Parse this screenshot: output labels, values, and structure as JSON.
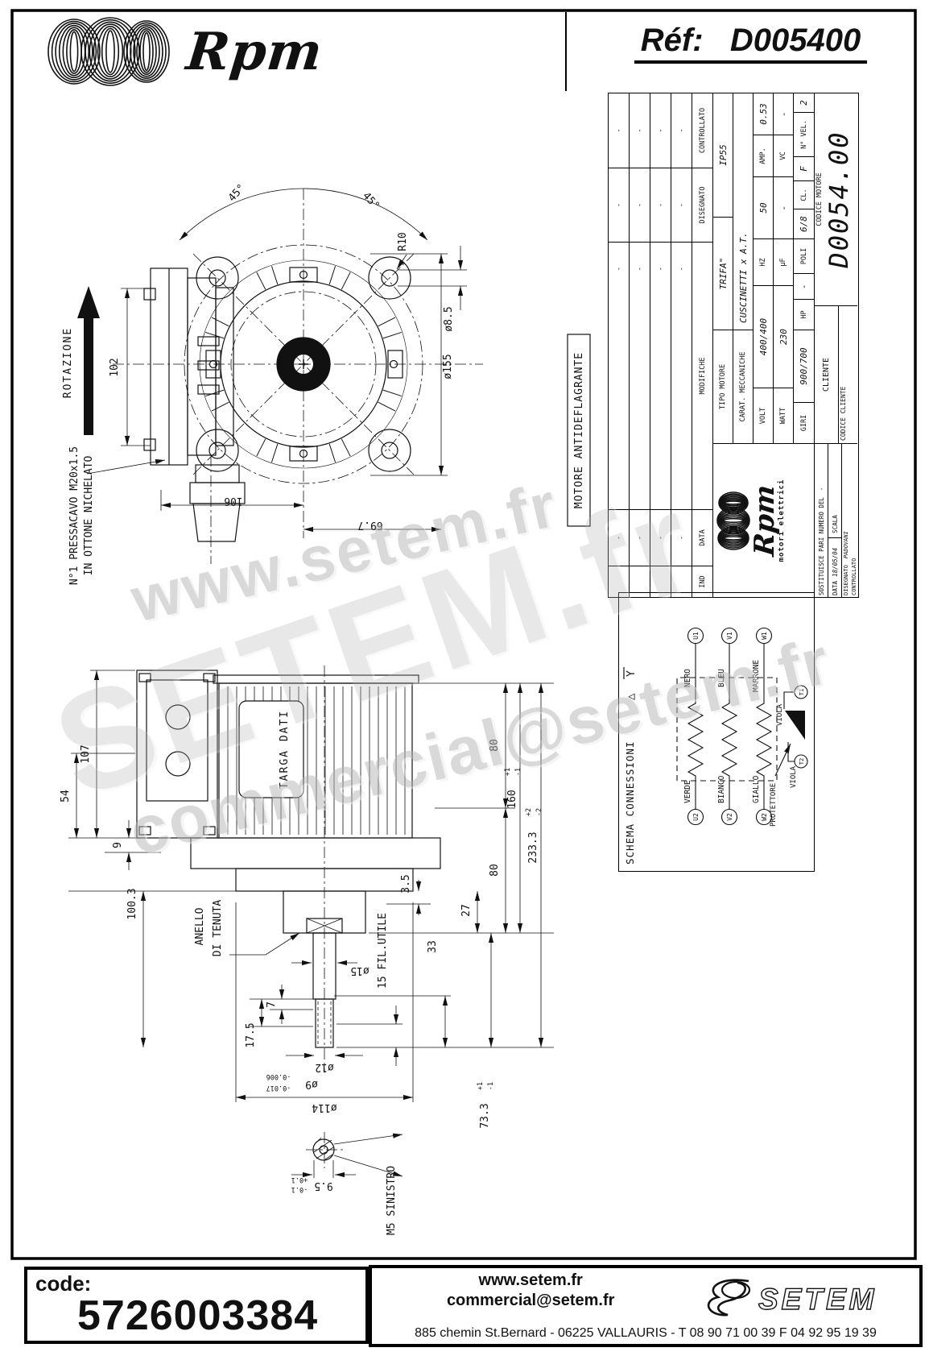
{
  "header": {
    "brand": "Rpm",
    "ref_label": "Réf:",
    "ref_value": "D005400"
  },
  "watermarks": {
    "wm1": "www.setem.fr",
    "wm2": "SETEM.fr",
    "wm3": "commercial@setem.fr"
  },
  "drawing1": {
    "rotation_label": "ROTAZIONE",
    "pressacavo_line1": "N°1 PRESSACAVO M20x1.5",
    "pressacavo_line2": "IN OTTONE NICHELATO",
    "antideflagrante": "MOTORE ANTIDEFLAGRANTE",
    "dims": {
      "d102": "102",
      "d45": "45°",
      "r10": "R10",
      "d85": "ø8.5",
      "d155": "ø155",
      "d106": "106",
      "d697": "69.7"
    }
  },
  "drawing2": {
    "targa": "TARGA DATI",
    "anello_line1": "ANELLO",
    "anello_line2": "DI TENUTA",
    "fil_utile": "15 FIL.UTILE",
    "m5": "M5 SINISTRO",
    "dims": {
      "d107": "107",
      "d54": "54",
      "d9": "9",
      "d1003": "100.3",
      "d175": "17.5",
      "d7": "7",
      "d15": "ø15",
      "d35": "3.5",
      "d33": "33",
      "d27": "27",
      "d80a": "80",
      "d160": "160",
      "t160p": "+1",
      "t160m": "-1",
      "d80b": "80",
      "d2333": "233.3",
      "t2333p": "+2",
      "t2333m": "-2",
      "d733": "73.3",
      "t733p": "+1",
      "t733m": "-1",
      "d12": "ø12",
      "d9s": "ø9",
      "t9a": "-0.006",
      "t9b": "-0.017",
      "d114": "ø114",
      "d95": "9.5",
      "t95p": "+0.1",
      "t95m": "-0.1"
    }
  },
  "title_block": {
    "revisions": {
      "headers": [
        "IND",
        "DATA",
        "MODIFICHE",
        "DISEGNATO",
        "CONTROLLATO"
      ],
      "rows": [
        {
          "ind": "",
          "data": "-",
          "modifiche": "-",
          "disegnato": "-",
          "controllato": "-"
        },
        {
          "ind": "",
          "data": "-",
          "modifiche": "-",
          "disegnato": "-",
          "controllato": "-"
        },
        {
          "ind": "",
          "data": "-",
          "modifiche": "-",
          "disegnato": "-",
          "controllato": "-"
        },
        {
          "ind": "",
          "data": "-",
          "modifiche": "-",
          "disegnato": "-",
          "controllato": "-"
        }
      ]
    },
    "tipo_motore_label": "TIPO MOTORE",
    "tipo_motore_value": "TRIFA\"",
    "protezione": "IP55",
    "carat_label": "CARAT. MECCANICHE",
    "carat_value": "CUSCINETTI x A.T.",
    "volt_label": "VOLT",
    "volt_value": "400/400",
    "hz_label": "HZ",
    "hz_value": "50",
    "amp_label": "AMP.",
    "amp_value": "0.53",
    "watt_label": "WATT",
    "watt_value": "230",
    "uf_label": "µF",
    "uf_value": "-",
    "vc_label": "VC",
    "vc_value": "-",
    "giri_label": "GIRI",
    "giri_value": "900/700",
    "hp_label": "HP",
    "hp_value": "-",
    "poli_label": "POLI",
    "poli_value": "6/8",
    "cl_label": "CL.",
    "cl_value": "F",
    "nvel_label": "N° VEL.",
    "nvel_value": "2",
    "cliente_label": "CLIENTE",
    "codice_cliente_label": "CODICE CLIENTE",
    "codice_motore_label": "CODICE MOTORE",
    "codice_motore_value": "D0054.00",
    "logo_text": "Rpm",
    "logo_sub": "motori elettrici",
    "sostituisce_label": "SOSTITUISCE PARI NUMERO DEL",
    "sostituisce_value": "-",
    "data_label": "DATA",
    "data_value": "18/05/04",
    "scala_label": "SCALA",
    "disegnato_label": "DISEGNATO",
    "disegnato_value": "PADOVANI",
    "controllato_label": "CONTROLLATO"
  },
  "schema": {
    "title": "SCHEMA CONNESSIONI",
    "delta_symbol": "△",
    "star_symbol": "Y",
    "windings": [
      {
        "left_terminal": "U2",
        "left_wire": "VERDE",
        "right_wire": "NERO",
        "right_terminal": "U1"
      },
      {
        "left_terminal": "V2",
        "left_wire": "BIANCO",
        "right_wire": "BLEU",
        "right_terminal": "V1"
      },
      {
        "left_terminal": "W2",
        "left_wire": "GIALLO",
        "right_wire": "MARRONE",
        "right_terminal": "W1"
      }
    ],
    "protettore_label": "PROTETTORE",
    "viola_label1": "VIOLA",
    "viola_label2": "VIOLA",
    "t1": "T1",
    "t2": "T2"
  },
  "footer": {
    "code_label": "code:",
    "code_value": "5726003384",
    "website": "www.setem.fr",
    "email": "commercial@setem.fr",
    "address": "885 chemin St.Bernard  -  06225 VALLAURIS  -  T 08 90 71 00 39   F 04 92 95 19 39",
    "logo_text": "SETEM"
  }
}
